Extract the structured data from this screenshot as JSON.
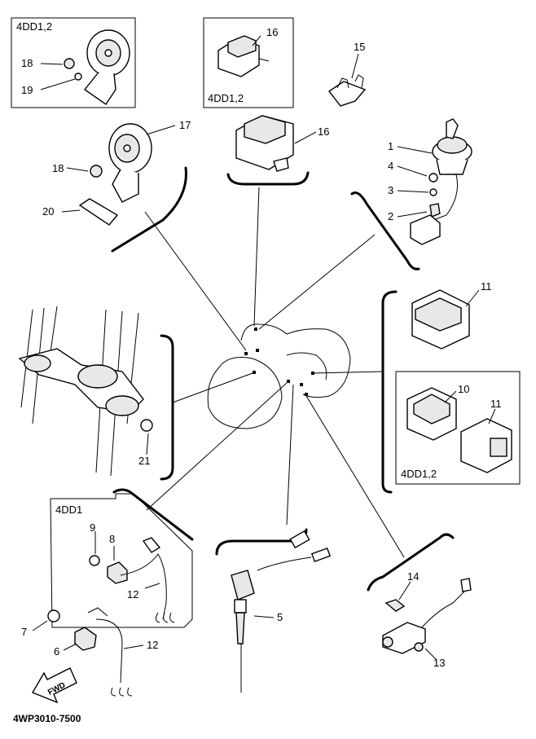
{
  "callouts": {
    "c1": "1",
    "c2": "2",
    "c3": "3",
    "c4": "4",
    "c5": "5",
    "c6": "6",
    "c7": "7",
    "c8": "8",
    "c9": "9",
    "c10": "10",
    "c11a": "11",
    "c11b": "11",
    "c12a": "12",
    "c12b": "12",
    "c13": "13",
    "c14": "14",
    "c15": "15",
    "c16a": "16",
    "c16b": "16",
    "c17": "17",
    "c18a": "18",
    "c18b": "18",
    "c19": "19",
    "c20": "20",
    "c21": "21"
  },
  "variants": {
    "horn_box": "4DD1,2",
    "relay_box": "4DD1,2",
    "unit_box": "4DD1,2",
    "switch_box": "4DD1"
  },
  "fwd_label": "FWD",
  "diagram_code": "4WP3010-7500"
}
